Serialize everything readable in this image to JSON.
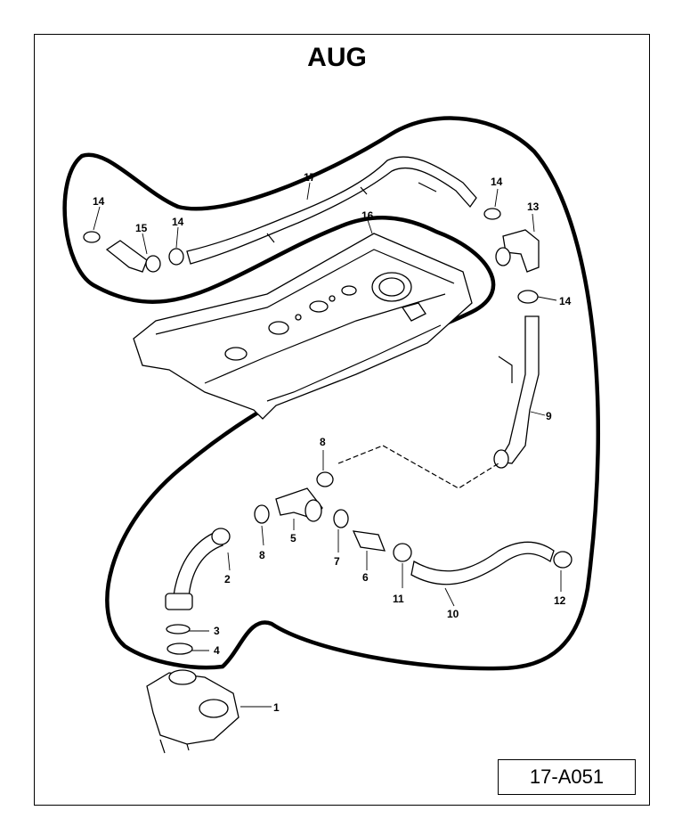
{
  "title": "AUG",
  "reference": "17-A051",
  "callouts": [
    "1",
    "2",
    "3",
    "4",
    "5",
    "6",
    "7",
    "8",
    "8",
    "9",
    "10",
    "11",
    "12",
    "13",
    "14",
    "14",
    "14",
    "14",
    "15",
    "16",
    "17"
  ]
}
